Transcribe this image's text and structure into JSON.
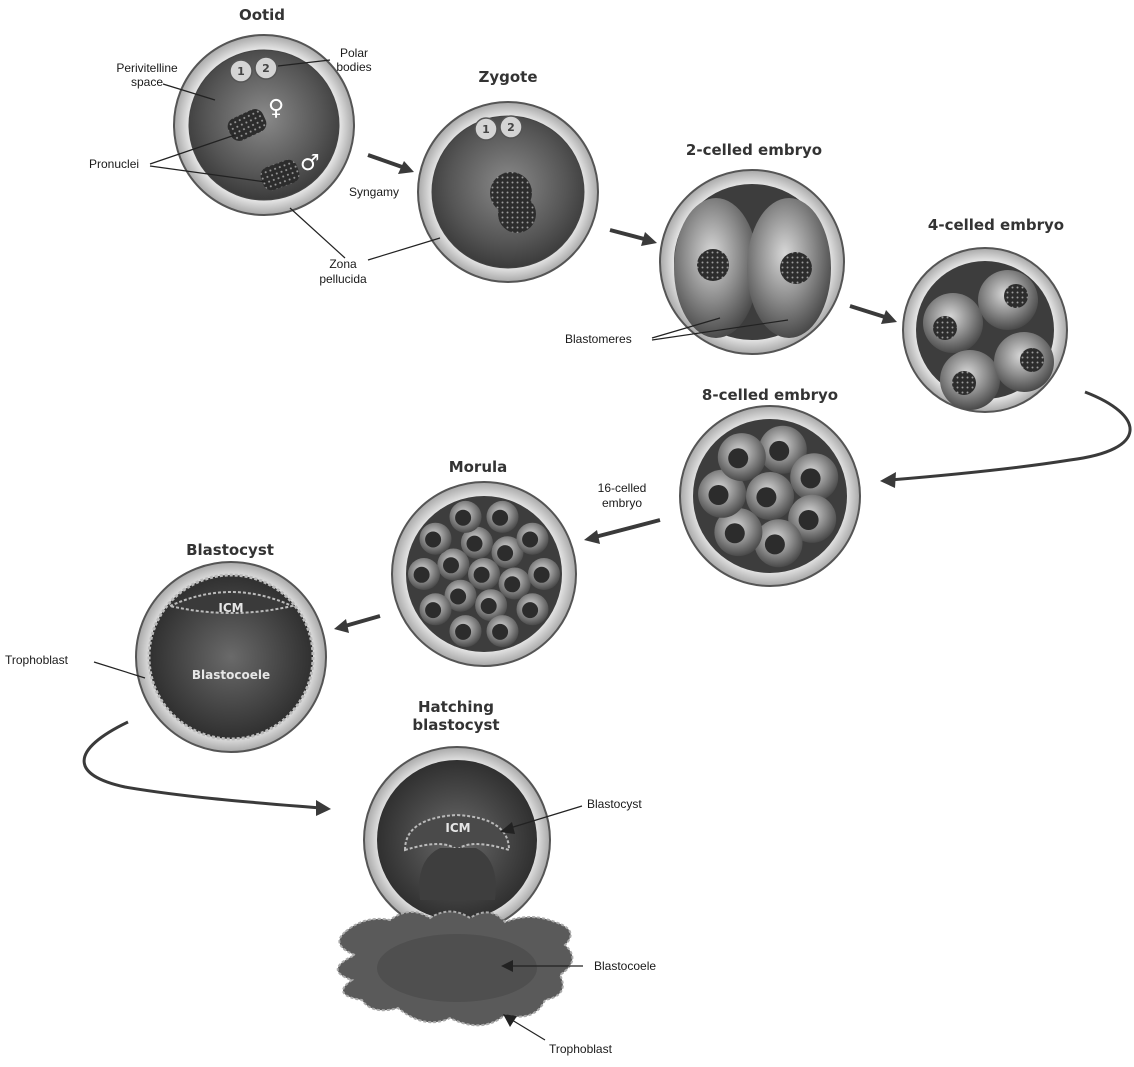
{
  "stages": {
    "ootid": "Ootid",
    "zygote": "Zygote",
    "two_cell": "2-celled embryo",
    "four_cell": "4-celled embryo",
    "eight_cell": "8-celled embryo",
    "morula": "Morula",
    "blastocyst": "Blastocyst",
    "hatching_line1": "Hatching",
    "hatching_line2": "blastocyst"
  },
  "labels": {
    "perivitelline_line1": "Perivitelline",
    "perivitelline_line2": "space",
    "polar_line1": "Polar",
    "polar_line2": "bodies",
    "pronuclei": "Pronuclei",
    "syngamy": "Syngamy",
    "zona_line1": "Zona",
    "zona_line2": "pellucida",
    "blastomeres": "Blastomeres",
    "sixteen_line1": "16-celled",
    "sixteen_line2": "embryo",
    "trophoblast": "Trophoblast",
    "hatch_blastocyst": "Blastocyst",
    "hatch_blastocoele": "Blastocoele",
    "hatch_trophoblast": "Trophoblast"
  },
  "inner_labels": {
    "icm": "ICM",
    "blastocoele": "Blastocoele",
    "hatch_icm": "ICM"
  },
  "polar_bodies": {
    "first": "1",
    "second": "2"
  },
  "symbols": {
    "female": "♀",
    "male": "♂"
  },
  "colors": {
    "zona": "#c9c9c9",
    "cytoplasm": "#5a5a5a",
    "nucleus": "#2c2c2c",
    "blastocoele": "#3f3f3f",
    "arrow": "#3a3a3a"
  }
}
